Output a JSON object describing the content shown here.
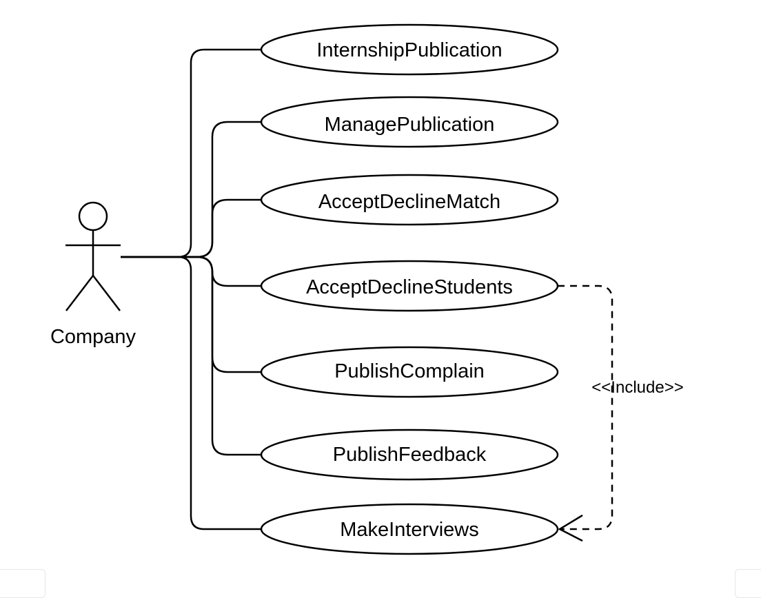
{
  "actor": {
    "name": "Company"
  },
  "use_cases": [
    {
      "label": "InternshipPublication"
    },
    {
      "label": "ManagePublication"
    },
    {
      "label": "AcceptDeclineMatch"
    },
    {
      "label": "AcceptDeclineStudents"
    },
    {
      "label": "PublishComplain"
    },
    {
      "label": "PublishFeedback"
    },
    {
      "label": "MakeInterviews"
    }
  ],
  "include_relation": {
    "label": "<<Include>>",
    "from": "AcceptDeclineStudents",
    "to": "MakeInterviews"
  }
}
